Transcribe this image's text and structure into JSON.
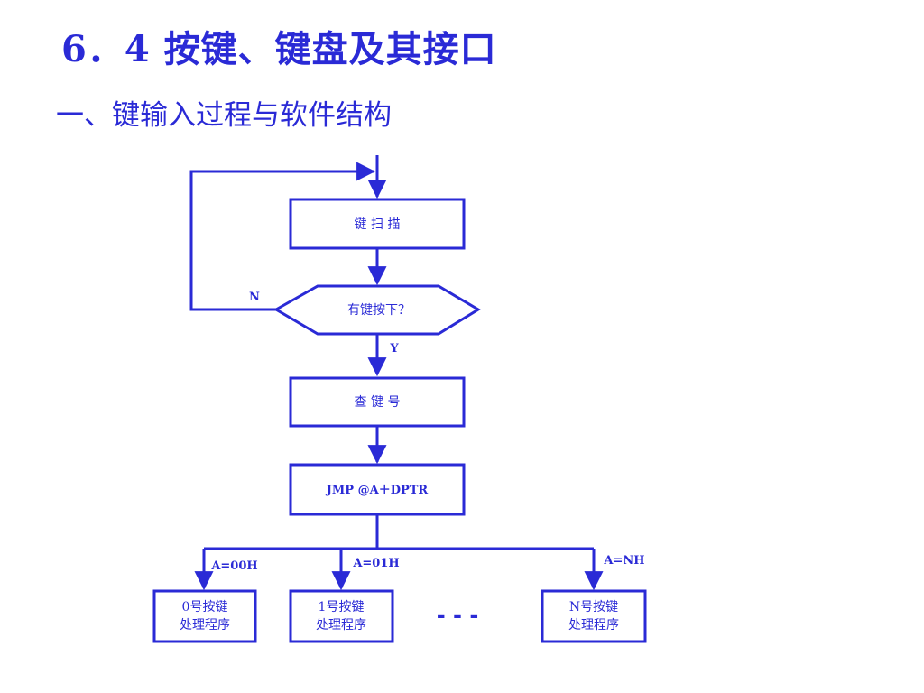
{
  "title": "6．4  按键、键盘及其接口",
  "subtitle": "一、键输入过程与软件结构",
  "flowchart": {
    "scan_box": "键 扫 描",
    "decision": "有键按下？",
    "no_label": "N",
    "yes_label": "Y",
    "lookup_box": "查 键 号",
    "jump_box": "JMP @A＋DPTR",
    "branches": [
      {
        "condition": "A=00H",
        "handler_line1": "0号按键",
        "handler_line2": "处理程序"
      },
      {
        "condition": "A=01H",
        "handler_line1": "1号按键",
        "handler_line2": "处理程序"
      },
      {
        "condition": "A=NH",
        "handler_line1": "N号按键",
        "handler_line2": "处理程序"
      }
    ],
    "ellipsis": "- - -"
  },
  "colors": {
    "ink": "#2a2ad6",
    "background": "#ffffff"
  }
}
